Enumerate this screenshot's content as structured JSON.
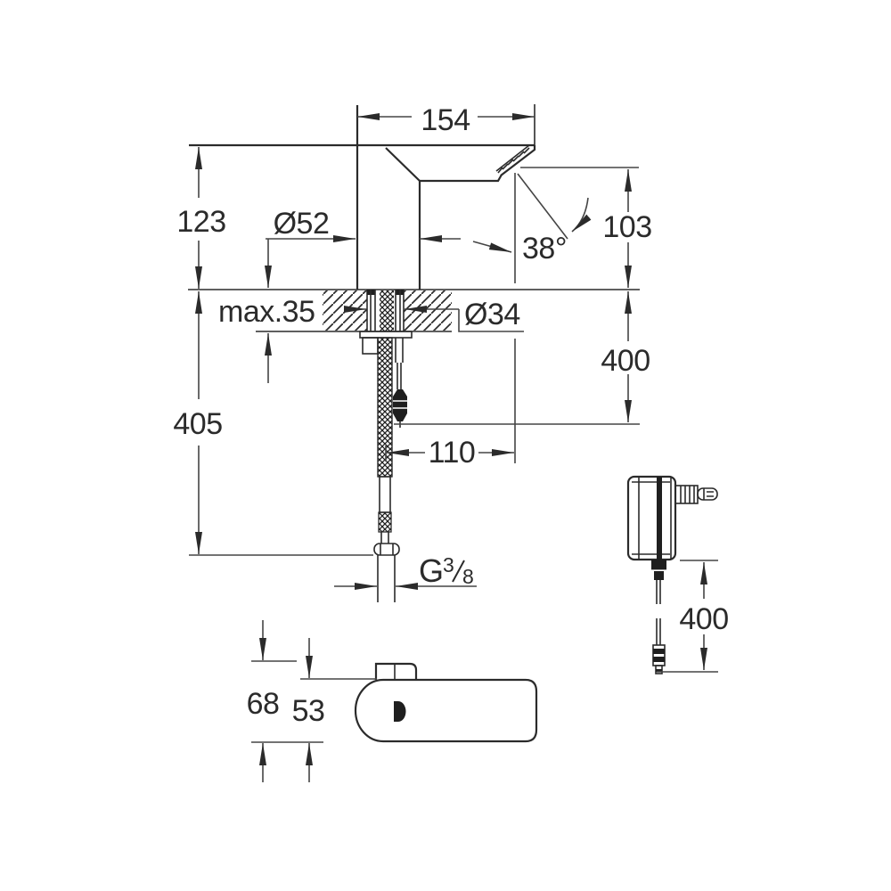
{
  "drawing": {
    "kind": "technical-dimension-drawing",
    "views": [
      "side-view-faucet-on-counter",
      "top-view-faucet",
      "power-adapter-with-cable"
    ],
    "background": "#ffffff",
    "line_color": "#2b2b2b",
    "dimension_color": "#454545"
  },
  "labels": {
    "width_top": "154",
    "height_above": "123",
    "spout_diameter": "Ø52",
    "spray_angle": "38°",
    "outlet_height": "103",
    "max_counter": "max.35",
    "hole_diameter": "Ø34",
    "hose_length": "400",
    "below_length": "405",
    "hose_offset": "110",
    "thread_g": "G",
    "thread_num": "3",
    "thread_den": "8",
    "adapter_cable": "400",
    "depth_total": "68",
    "depth_body": "53"
  }
}
